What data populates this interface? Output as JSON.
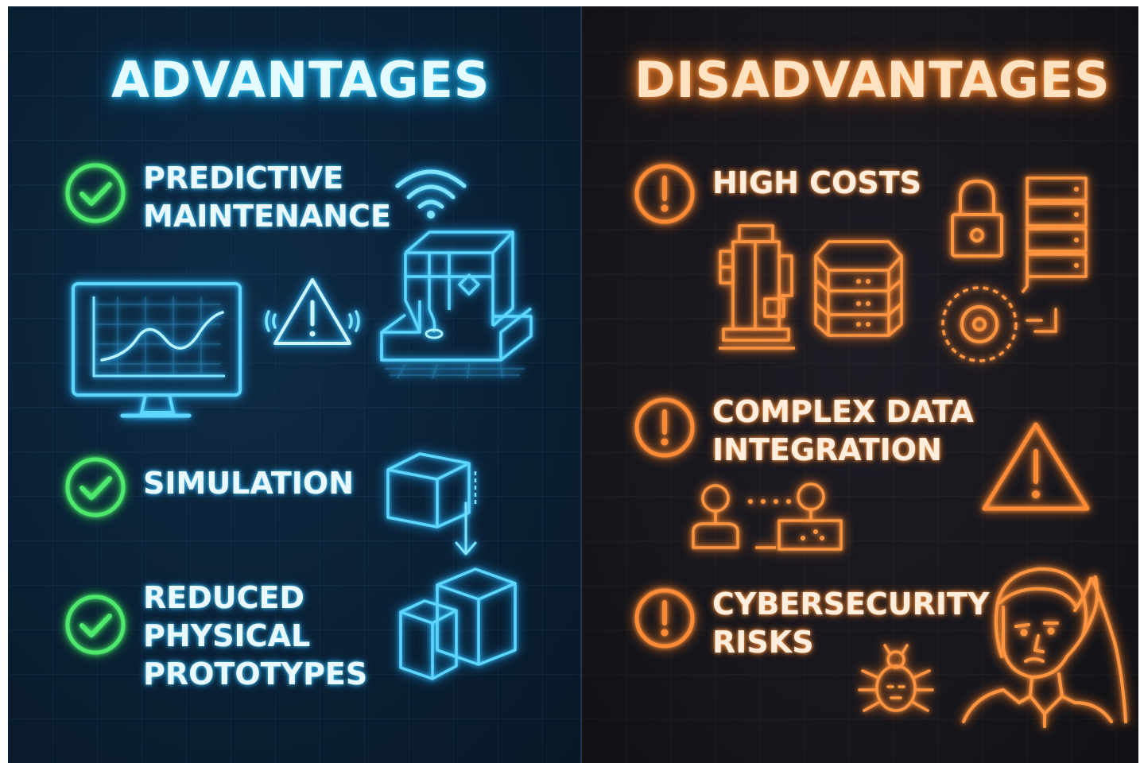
{
  "advantages": {
    "heading": "ADVANTAGES",
    "items": [
      {
        "label": "PREDICTIVE\nMAINTENANCE"
      },
      {
        "label": "SIMULATION"
      },
      {
        "label": "REDUCED\nPHYSICAL\nPROTOTYPES"
      }
    ]
  },
  "disadvantages": {
    "heading": "DISADVANTAGES",
    "items": [
      {
        "label": "HIGH COSTS"
      },
      {
        "label": "COMPLEX DATA\nINTEGRATION"
      },
      {
        "label": "CYBERSECURITY\nRISKS"
      }
    ]
  },
  "colors": {
    "advantage_glow": "#2ab8f0",
    "check_green": "#4ee86f",
    "disadvantage_glow": "#ff8a35",
    "left_background": "#0b2035",
    "right_background": "#17171d"
  },
  "icons": [
    "check-circle-icon",
    "wifi-icon",
    "machine-icon",
    "monitor-chart-icon",
    "warning-icon",
    "cube-icon",
    "cubes-icon",
    "exclamation-circle-icon",
    "tank-icon",
    "database-icon",
    "padlock-icon",
    "server-rack-icon",
    "target-icon",
    "people-link-icon",
    "bug-icon",
    "stressed-person-icon"
  ]
}
